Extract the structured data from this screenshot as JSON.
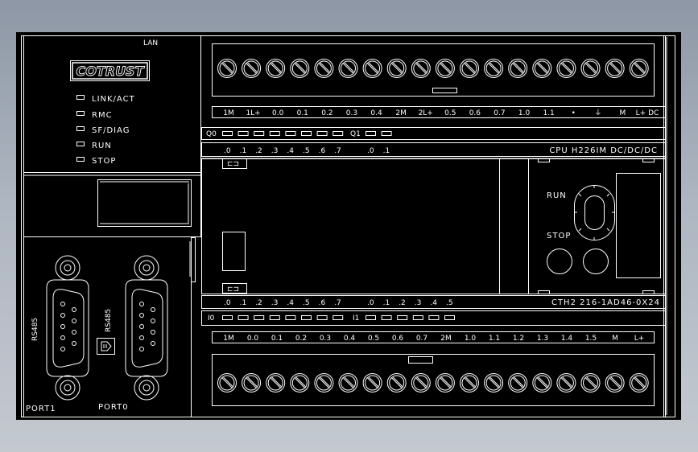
{
  "lan_label": "LAN",
  "logo_text": "COTRUST",
  "status_leds": [
    "LINK/ACT",
    "RMC",
    "SF/DIAG",
    "RUN",
    "STOP"
  ],
  "ports": {
    "left_label": "PORT1",
    "right_label": "PORT0",
    "left_side_text": "RS485",
    "right_side_text": "RS485"
  },
  "top_terminal_labels": [
    "1M",
    "1L+",
    "0.0",
    "0.1",
    "0.2",
    "0.3",
    "0.4",
    "2M",
    "2L+",
    "0.5",
    "0.6",
    "0.7",
    "1.0",
    "1.1",
    "•",
    "⏚",
    "M",
    "L+ DC"
  ],
  "output_leds": {
    "group1_label": "Q0",
    "group1_count": 8,
    "group2_label": "Q1",
    "group2_count": 2,
    "group1_numbers": [
      ".0",
      ".1",
      ".2",
      ".3",
      ".4",
      ".5",
      ".6",
      ".7"
    ],
    "group2_numbers": [
      ".0",
      ".1"
    ]
  },
  "cpu_label": "CPU H226IM DC/DC/DC",
  "switch": {
    "run_label": "RUN",
    "stop_label": "STOP"
  },
  "input_numbers": {
    "group1": [
      ".0",
      ".1",
      ".2",
      ".3",
      ".4",
      ".5",
      ".6",
      ".7"
    ],
    "group2": [
      ".0",
      ".1",
      ".2",
      ".3",
      ".4",
      ".5"
    ]
  },
  "model_label": "CTH2  216-1AD46-0X24",
  "input_leds": {
    "group1_label": "I0",
    "group1_count": 8,
    "group2_label": "I1",
    "group2_count": 6
  },
  "bottom_terminal_labels": [
    "1M",
    "0.0",
    "0.1",
    "0.2",
    "0.3",
    "0.4",
    "0.5",
    "0.6",
    "0.7",
    "2M",
    "1.0",
    "1.1",
    "1.2",
    "1.3",
    "1.4",
    "1.5",
    "M",
    "L+"
  ],
  "terminal_screw_count": 18
}
